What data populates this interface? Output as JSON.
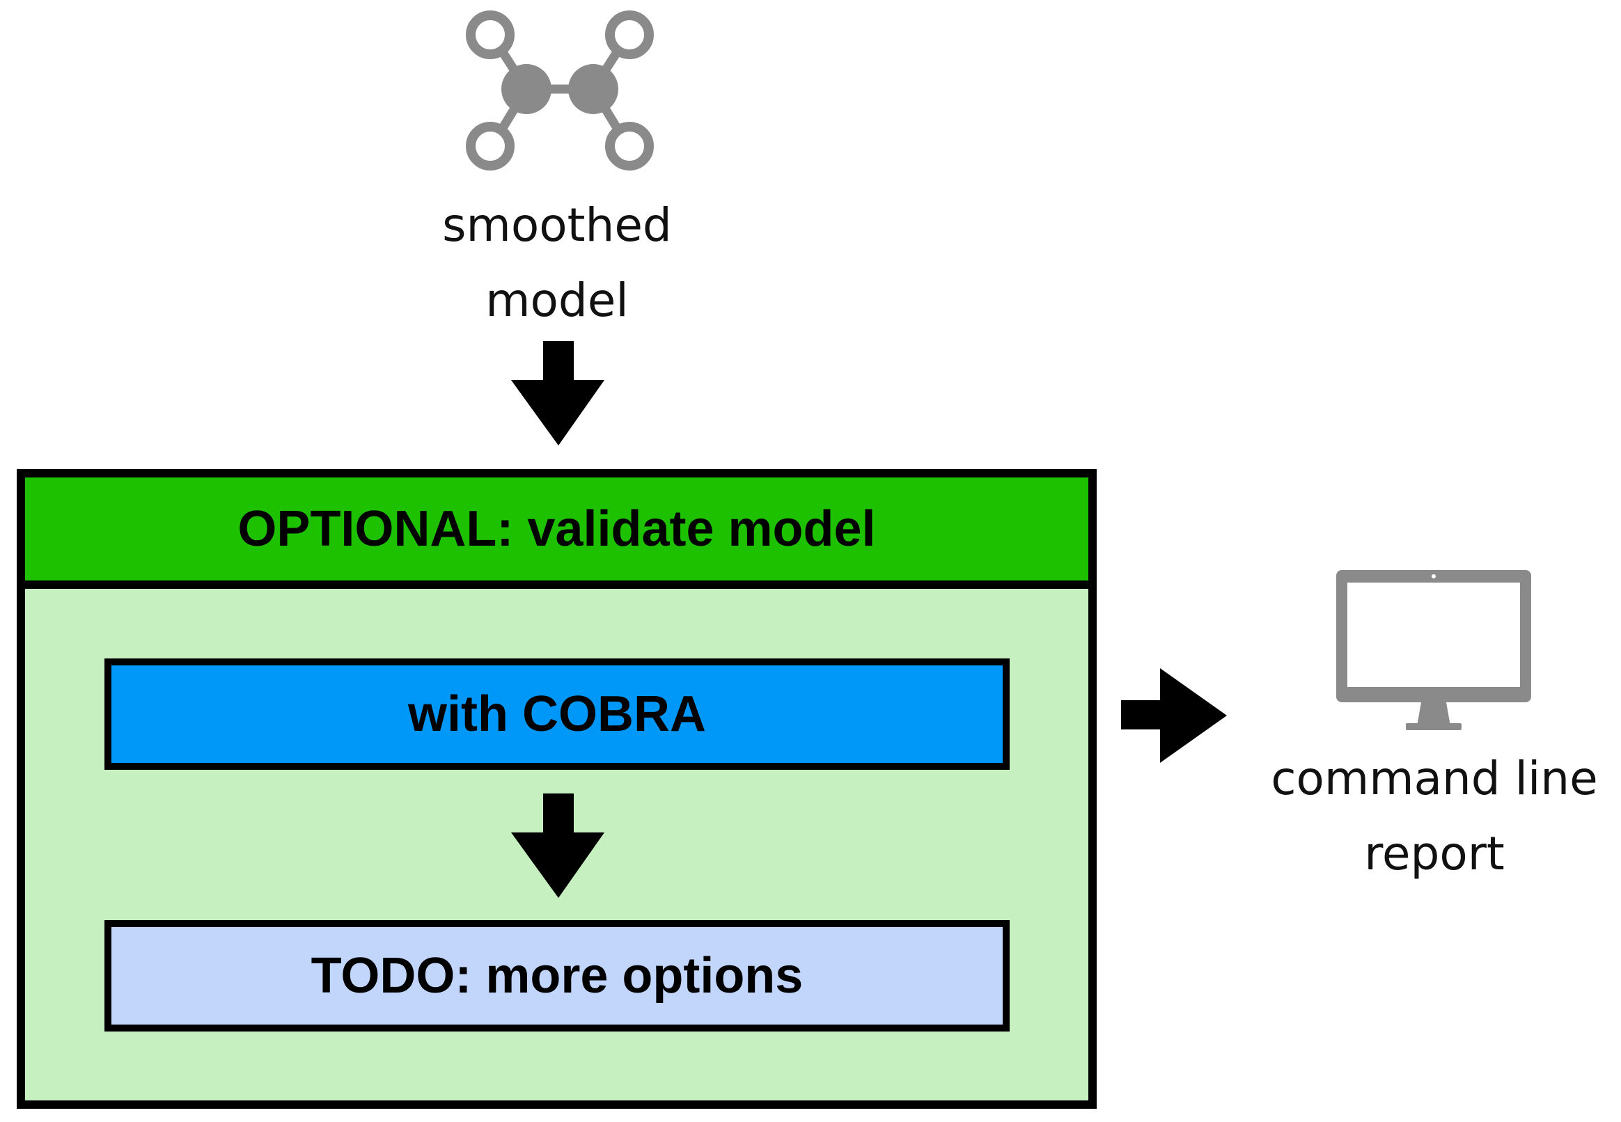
{
  "input": {
    "icon": "molecule-icon",
    "label_line1": "smoothed",
    "label_line2": "model"
  },
  "validate_block": {
    "title": "OPTIONAL: validate model",
    "step1": "with COBRA",
    "step2": "TODO: more options"
  },
  "output": {
    "icon": "monitor-icon",
    "label_line1": "command line",
    "label_line2": "report"
  },
  "colors": {
    "header_green": "#1ec100",
    "panel_green": "#c6f0c0",
    "cobra_blue": "#0098f8",
    "todo_blue": "#c2d5fa",
    "icon_gray": "#8a8a8a"
  }
}
